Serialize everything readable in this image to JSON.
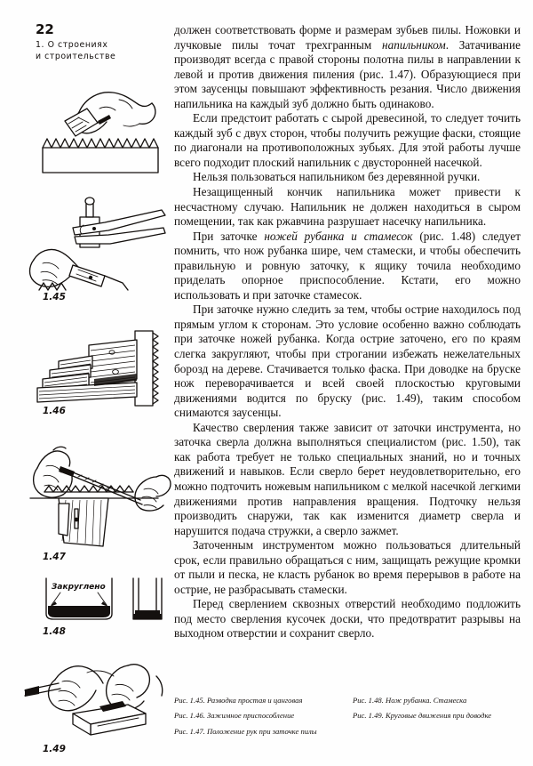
{
  "page": {
    "folio": "22",
    "running_head_line1": "1. О строениях",
    "running_head_line2": "и строительстве"
  },
  "body": {
    "paragraphs": [
      {
        "id": "p1",
        "indent": false,
        "runs": [
          {
            "text": "должен соответствовать форме и размерам зубьев пилы. Ножовки и лучковые пилы точат трехгранным ",
            "italic": false
          },
          {
            "text": "напильником",
            "italic": true
          },
          {
            "text": ". Затачивание производят всегда с правой стороны полотна пилы в направлении к левой и против движения пиления (рис. 1.47). Образующиеся при этом заусенцы повышают эффективность резания. Число движения напильника на каждый зуб должно быть одинаково.",
            "italic": false
          }
        ]
      },
      {
        "id": "p2",
        "indent": true,
        "runs": [
          {
            "text": "Если предстоит работать с сырой древесиной, то следует точить каждый зуб с двух сторон, чтобы получить режущие фаски, стоящие по диагонали на противоположных зубьях. Для этой работы лучше всего подходит плоский напильник с двусторонней насечкой.",
            "italic": false
          }
        ]
      },
      {
        "id": "p3",
        "indent": true,
        "runs": [
          {
            "text": "Нельзя пользоваться напильником без деревянной ручки.",
            "italic": false
          }
        ]
      },
      {
        "id": "p4",
        "indent": true,
        "runs": [
          {
            "text": "Незащищенный кончик напильника может привести к несчастному случаю. Напильник не должен находиться в сыром помещении, так как ржавчина разрушает насечку напильника.",
            "italic": false
          }
        ]
      },
      {
        "id": "p5",
        "indent": true,
        "runs": [
          {
            "text": "При заточке ",
            "italic": false
          },
          {
            "text": "ножей рубанка и стамесок",
            "italic": true
          },
          {
            "text": " (рис. 1.48) следует помнить, что нож рубанка шире, чем стамески, и чтобы обеспечить правильную и ровную заточку, к ящику точила необходимо приделать опорное приспособление. Кстати, его можно использовать и при заточке стамесок.",
            "italic": false
          }
        ]
      },
      {
        "id": "p6",
        "indent": true,
        "runs": [
          {
            "text": "При заточке нужно следить за тем, чтобы острие находилось под прямым углом к сторонам. Это условие особенно важно соблюдать при заточке ножей рубанка. Когда острие заточено, его по краям слегка закругляют, чтобы при строгании избежать нежелательных борозд на дереве. Стачивается только фаска. При доводке на бруске нож переворачивается и всей своей плоскостью круговыми движениями водится по бруску (рис. 1.49), таким способом снимаются заусенцы.",
            "italic": false
          }
        ]
      },
      {
        "id": "p7",
        "indent": true,
        "runs": [
          {
            "text": "Качество сверления также зависит от заточки инструмента, но заточка сверла должна выполняться специалистом (рис. 1.50), так как работа требует не только специальных знаний, но и точных движений и навыков. Если сверло берет неудовлетворительно, его можно подточить ножевым напильником с мелкой насечкой легкими движениями против направления вращения. Подточку нельзя производить снаружи, так как изменится диаметр сверла и нарушится подача стружки, а сверло зажмет.",
            "italic": false
          }
        ]
      },
      {
        "id": "p8",
        "indent": true,
        "runs": [
          {
            "text": "Заточенным инструментом можно пользоваться длительный срок, если правильно обращаться с ним, защищать режущие кромки от пыли и песка, не класть рубанок во время перерывов в работе на острие, не разбрасывать стамески.",
            "italic": false
          }
        ]
      },
      {
        "id": "p9",
        "indent": true,
        "runs": [
          {
            "text": "Перед сверлением сквозных отверстий необходимо подложить под место сверления кусочек доски, что предотвратит разрывы на выходном отверстии и сохранит сверло.",
            "italic": false
          }
        ]
      }
    ]
  },
  "figures": [
    {
      "id": "f145",
      "number": "1.45",
      "alt": "Разводка простая и цанговая"
    },
    {
      "id": "f146",
      "number": "1.46",
      "alt": "Зажимное приспособление"
    },
    {
      "id": "f147",
      "number": "1.47",
      "alt": "Положение рук при заточке пилы"
    },
    {
      "id": "f148",
      "number": "1.48",
      "alt": "Нож рубанка. Стамеска",
      "inline_label": "Закруглено"
    },
    {
      "id": "f149",
      "number": "1.49",
      "alt": "Круговые движения при доводке"
    }
  ],
  "captions": {
    "left": [
      "Рис. 1.45. Разводка простая и цанговая",
      "Рис. 1.46. Зажимное приспособление",
      "Рис. 1.47. Положение рук при заточке пилы"
    ],
    "right": [
      "Рис. 1.48. Нож рубанка. Стамеска",
      "Рис. 1.49. Круговые движения при доводке"
    ]
  },
  "colors": {
    "ink": "#14100e",
    "paper": "#fefefe"
  }
}
